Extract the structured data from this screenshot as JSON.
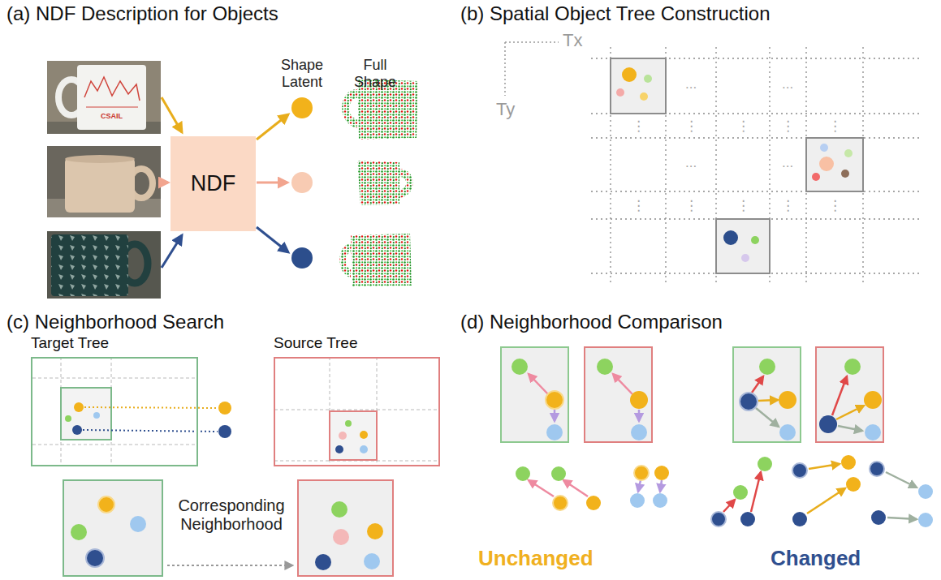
{
  "diagram": {
    "nodes": [
      {
        "text": [
          "NDF"
        ]
      },
      {
        "text": [
          "Target Tree"
        ]
      },
      {
        "text": [
          "Source Tree"
        ]
      }
    ],
    "labels": [
      "(a) NDF Description for Objects",
      "Shape Latent",
      "Full Shape",
      "(b) Spatial Object Tree Construction",
      "Tx",
      "Ty",
      "...",
      "...",
      "...",
      "...",
      "⋮",
      "⋮",
      "⋮",
      "⋮",
      "⋮",
      "⋮",
      "⋮",
      "⋮",
      "⋮",
      "⋮",
      "(c) Neighborhood Search",
      "Corresponding Neighborhood",
      "(d) Neighborhood Comparison",
      "Unchanged",
      "Changed",
      "CSAIL"
    ]
  }
}
